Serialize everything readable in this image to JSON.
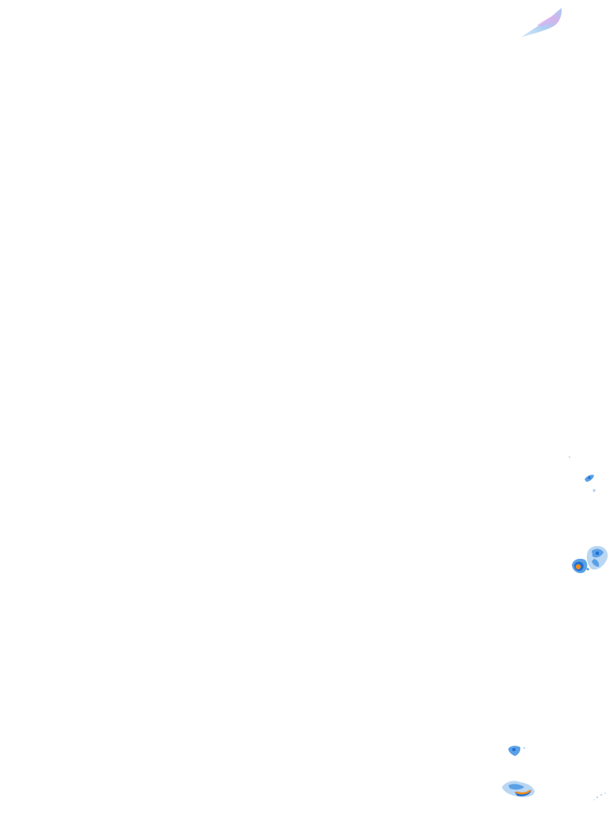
{
  "map": {
    "layer": "weather-radar-precipitation-overlay",
    "background_color": "#ffffff",
    "palette": {
      "light": "#b9d6f2",
      "medium": "#5aa0e6",
      "strong": "#1f6fd1",
      "intense": "#f28c1e",
      "mixed": "#c9a6e8"
    },
    "echoes": [
      {
        "name": "radar-echo-northeast-streak",
        "intensity": "mixed"
      },
      {
        "name": "radar-echo-east-speck-1",
        "intensity": "light"
      },
      {
        "name": "radar-echo-east-small",
        "intensity": "medium"
      },
      {
        "name": "radar-echo-east-cell-large",
        "intensity": "intense"
      },
      {
        "name": "radar-echo-southeast-small",
        "intensity": "medium"
      },
      {
        "name": "radar-echo-southeast-cell",
        "intensity": "intense"
      },
      {
        "name": "radar-echo-southeast-speckle",
        "intensity": "light"
      }
    ]
  }
}
